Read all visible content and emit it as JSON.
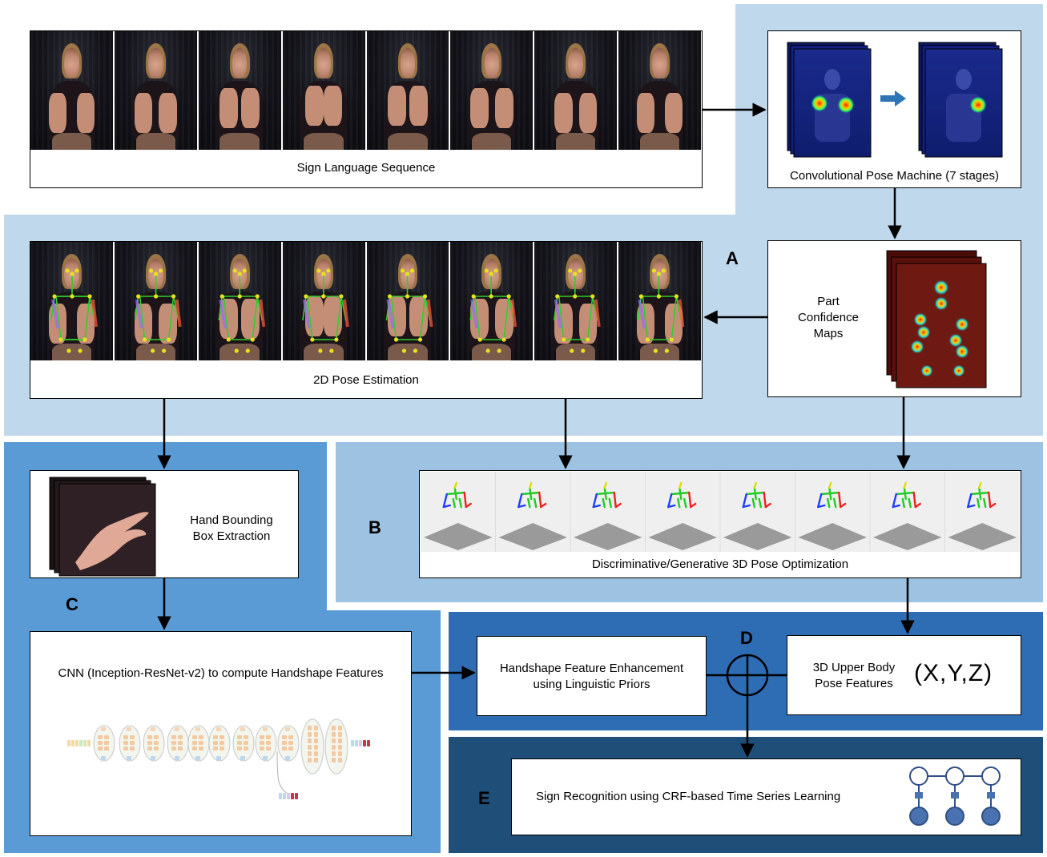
{
  "colors": {
    "regionA": "#bfd8ec",
    "regionB": "#9dc2e2",
    "regionC": "#5b9bd5",
    "regionD": "#2e6db4",
    "regionE": "#1f4e79",
    "arrowFill": "#2e75b6"
  },
  "labels": {
    "A": "A",
    "B": "B",
    "C": "C",
    "D": "D",
    "E": "E"
  },
  "captions": {
    "sequence": "Sign Language Sequence",
    "cpm": "Convolutional Pose Machine (7 stages)",
    "pose2d": "2D Pose Estimation",
    "confidence": "Part\nConfidence\nMaps",
    "handbox": "Hand Bounding\nBox Extraction",
    "pose3d": "Discriminative/Generative 3D Pose Optimization",
    "cnn": "CNN (Inception-ResNet-v2) to compute Handshape Features",
    "enhance": "Handshape Feature Enhancement\nusing Linguistic Priors",
    "upper3d": "3D Upper Body\nPose Features",
    "xyz": "(X,Y,Z)",
    "recog": "Sign Recognition using CRF-based Time Series Learning"
  },
  "icons": {
    "combine": "circle-plus-icon",
    "crf": "crf-graph-icon",
    "heatmap": "heatmap-stack-icon"
  }
}
